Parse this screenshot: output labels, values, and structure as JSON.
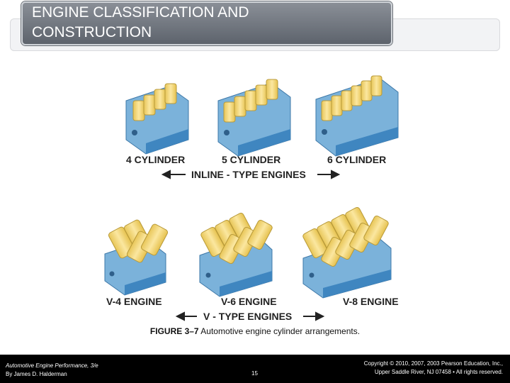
{
  "title": {
    "line1": "ENGINE CLASSIFICATION AND",
    "line2": "CONSTRUCTION"
  },
  "figure": {
    "inline_labels": [
      "4 CYLINDER",
      "5 CYLINDER",
      "6 CYLINDER"
    ],
    "inline_group_label": "INLINE - TYPE ENGINES",
    "v_labels": [
      "V-4 ENGINE",
      "V-6 ENGINE",
      "V-8 ENGINE"
    ],
    "v_group_label": "V - TYPE ENGINES",
    "colors": {
      "block": "#7bb2da",
      "block_dark": "#4a8fc5",
      "cylinder": "#f7dc79",
      "cylinder_dark": "#e2bf4d"
    }
  },
  "caption": {
    "figure_no": "FIGURE 3–7",
    "text": "Automotive engine cylinder arrangements."
  },
  "footer": {
    "book": "Automotive Engine Performance, 3/e",
    "author": "By James D. Halderman",
    "page": "15",
    "copyright1": "Copyright © 2010, 2007, 2003 Pearson Education, Inc.,",
    "copyright2": "Upper Saddle River, NJ 07458 • All rights reserved."
  }
}
